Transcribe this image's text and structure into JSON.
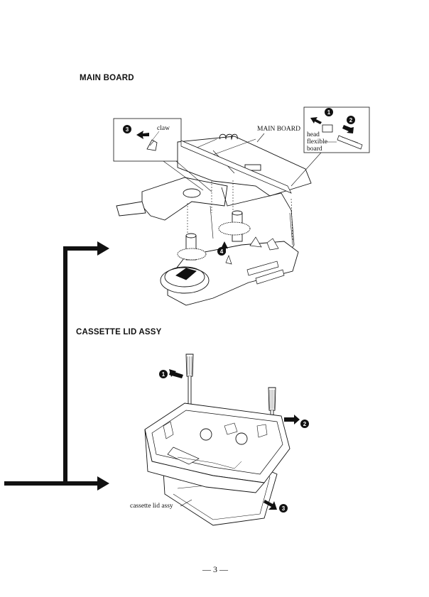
{
  "sections": {
    "main_board": {
      "title": "MAIN BOARD"
    },
    "cassette_lid": {
      "title": "CASSETTE LID ASSY"
    }
  },
  "callouts": {
    "claw": "claw",
    "main_board": "MAIN BOARD",
    "head_flexible_board": [
      "head",
      "flexible",
      "board"
    ],
    "cassette_lid_assy": "cassette lid assy"
  },
  "steps": {
    "s1": "1",
    "s2": "2",
    "s3": "3",
    "s4": "4"
  },
  "page_number": "— 3 —"
}
